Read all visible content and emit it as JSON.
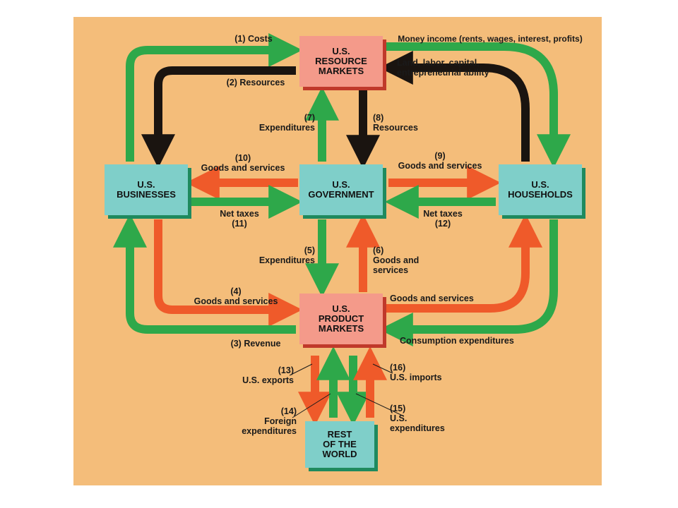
{
  "nodes": {
    "resource_markets": "U.S.\nRESOURCE\nMARKETS",
    "businesses": "U.S.\nBUSINESSES",
    "government": "U.S.\nGOVERNMENT",
    "households": "U.S.\nHOUSEHOLDS",
    "product_markets": "U.S.\nPRODUCT\nMARKETS",
    "rest_of_world": "REST\nOF THE\nWORLD"
  },
  "flows": {
    "f1": "(1) Costs",
    "f2": "(2) Resources",
    "f3": "(3) Revenue",
    "f4": "(4)\nGoods and services",
    "f5": "(5)\nExpenditures",
    "f6": "(6)\nGoods and\nservices",
    "f7": "(7)\nExpenditures",
    "f8": "(8)\nResources",
    "f9": "(9)\nGoods and services",
    "f10": "(10)\nGoods and services",
    "f11": "Net taxes\n(11)",
    "f12": "Net taxes\n(12)",
    "f13": "(13)\nU.S. exports",
    "f14": "(14)\nForeign\nexpenditures",
    "f15": "(15)\nU.S.\nexpenditures",
    "f16": "(16)\nU.S. imports",
    "money_income": "Money income (rents, wages, interest, profits)",
    "land_labor": "Land, labor, capital,\nentrepreneurial ability",
    "hh_goods": "Goods and services",
    "consumption": "Consumption expenditures"
  },
  "colors": {
    "background": "#f4bd7a",
    "market_box": "#f49a8a",
    "sector_box": "#7fcfc9",
    "money_flow": "#2ea84a",
    "real_flow": "#ef5a2a",
    "resource_flow": "#1a1410"
  }
}
